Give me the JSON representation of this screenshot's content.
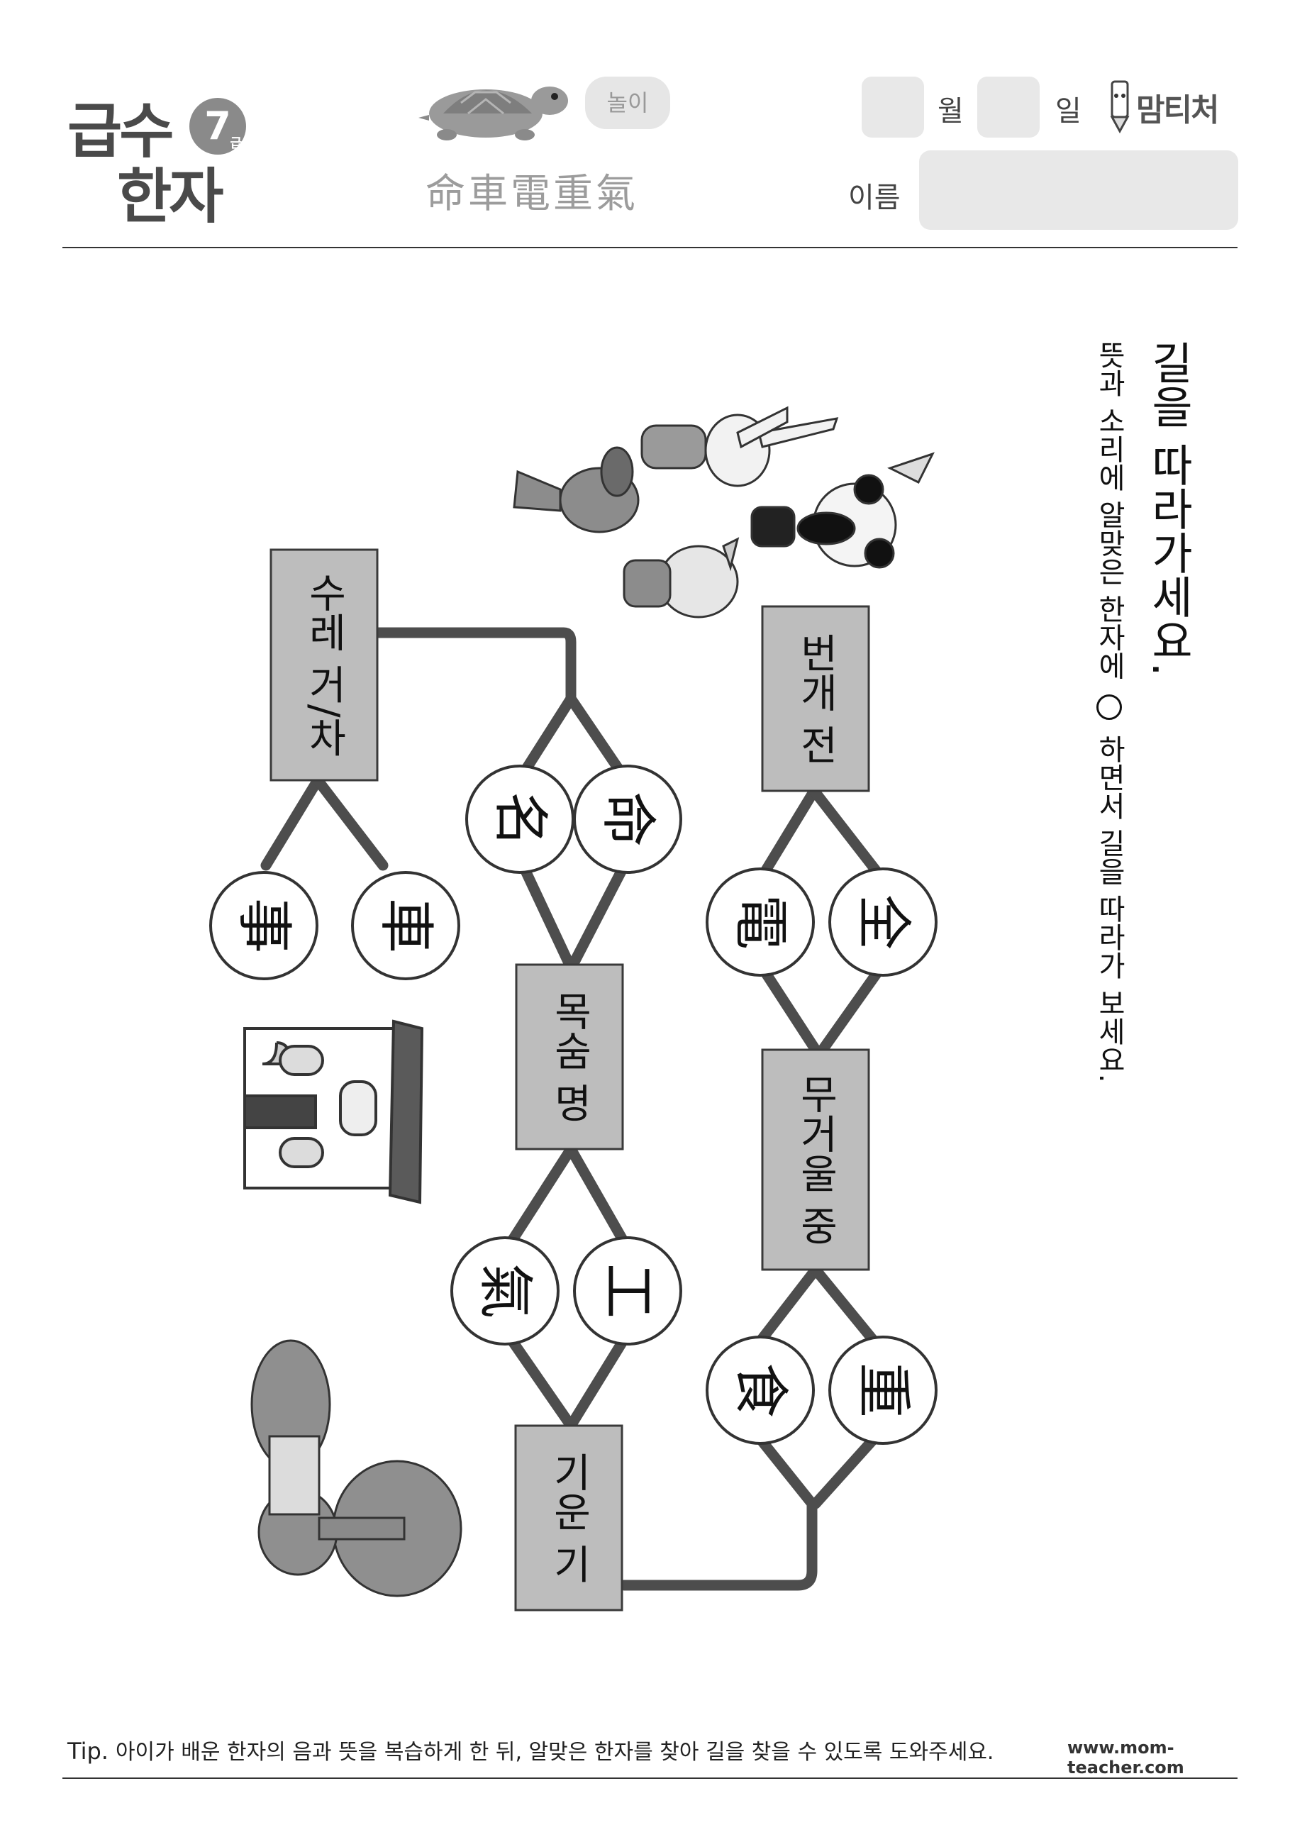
{
  "header": {
    "logo_line1": "급수",
    "logo_line2": "한자",
    "logo_grade": "7",
    "logo_grade_unit": "급",
    "play_label": "놀이",
    "hanja_list": "命車電重氣",
    "month_label": "월",
    "day_label": "일",
    "brand": "맘티처",
    "name_label": "이름"
  },
  "instructions": {
    "title": "길을 따라가세요.",
    "sub_before": "뜻과 소리에 알맞은 한자에",
    "sub_after": "하면서 길을 따라가 보세요."
  },
  "maze": {
    "boxes": {
      "b1": "수레 거/차",
      "b2": "번개 전",
      "b3": "목숨 명",
      "b4": "무거울 중",
      "b5": "기운 기"
    },
    "circles": {
      "c_myeong": "命",
      "c_name": "名",
      "c_cha": "車",
      "c_sa": "事",
      "c_jeon": "全",
      "c_jeon2": "電",
      "c_gong": "工",
      "c_gi": "氣",
      "c_jung": "重",
      "c_sik": "食"
    }
  },
  "footer": {
    "tip_label": "Tip.",
    "tip_text": "아이가 배운 한자의 음과 뜻을 복습하게 한 뒤, 알맞은 한자를 찾아 길을 찾을 수 있도록 도와주세요.",
    "site": "www.mom-teacher.com"
  },
  "colors": {
    "path": "#4d4d4d",
    "box_fill": "#bdbdbd",
    "box_border": "#3a3a3a",
    "circle_fill": "#ffffff",
    "header_box": "#e8e8e8"
  }
}
